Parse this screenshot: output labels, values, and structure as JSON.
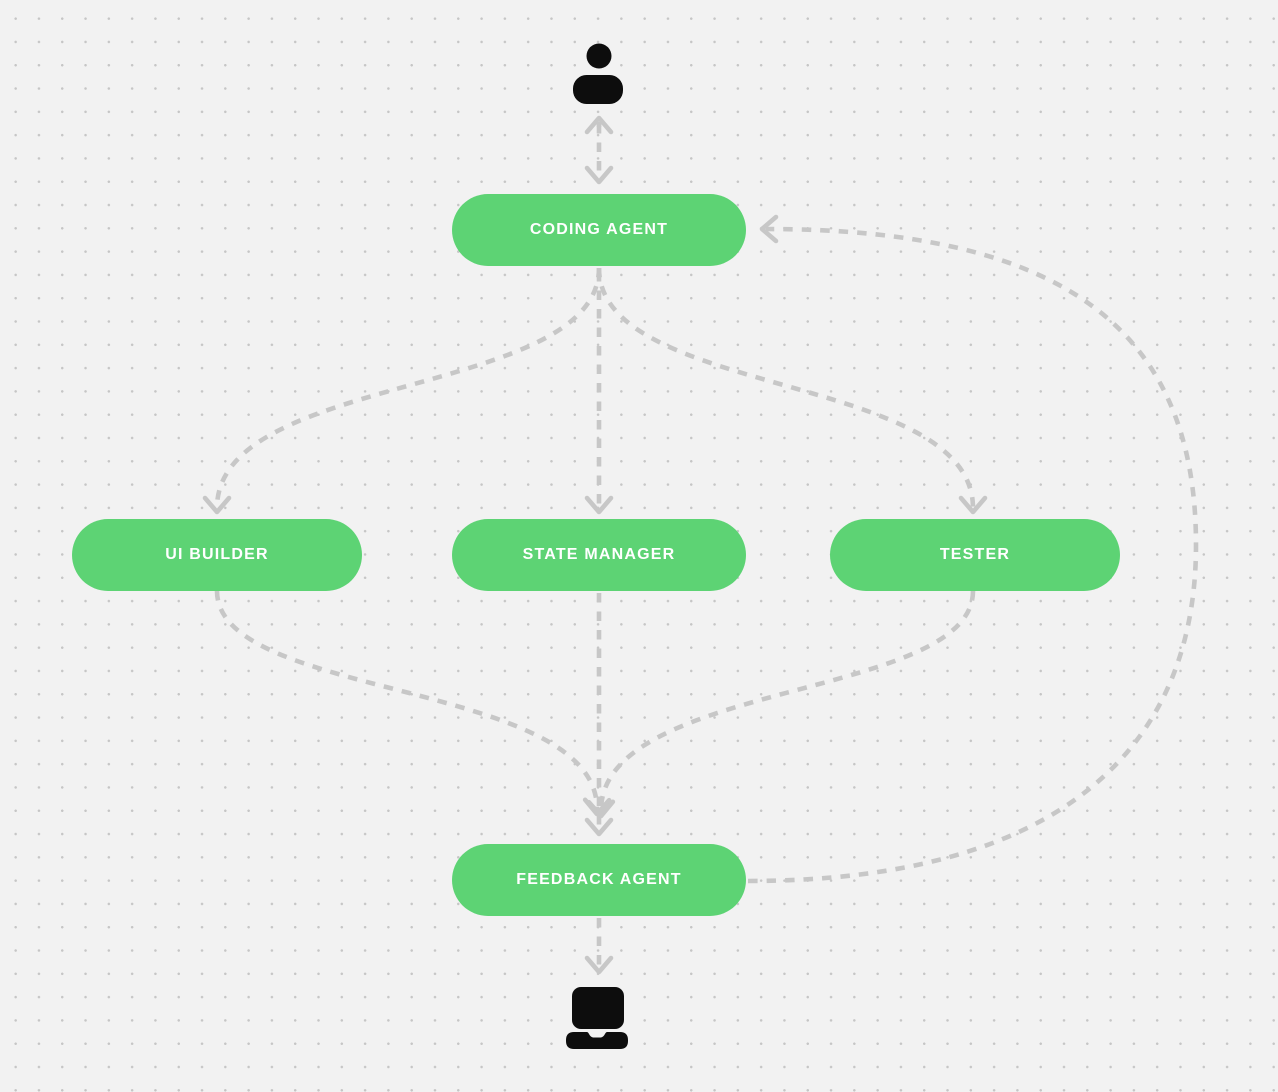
{
  "diagram": {
    "title": "agent workflow diagram",
    "nodes": {
      "coding": {
        "label": "CODING AGENT"
      },
      "ui": {
        "label": "UI BUILDER"
      },
      "state": {
        "label": "STATE MANAGER"
      },
      "tester": {
        "label": "TESTER"
      },
      "feedback": {
        "label": "FEEDBACK AGENT"
      }
    },
    "endpoints": {
      "user_icon": "user",
      "device_icon": "laptop"
    },
    "edges": [
      {
        "id": "user-coding",
        "from": "user",
        "to": "coding-agent",
        "direction": "bidirectional",
        "style": "dashed"
      },
      {
        "id": "coding-ui",
        "from": "coding-agent",
        "to": "ui-builder",
        "direction": "forward",
        "style": "dashed"
      },
      {
        "id": "coding-state",
        "from": "coding-agent",
        "to": "state-manager",
        "direction": "forward",
        "style": "dashed"
      },
      {
        "id": "coding-tester",
        "from": "coding-agent",
        "to": "tester",
        "direction": "forward",
        "style": "dashed"
      },
      {
        "id": "ui-feedback",
        "from": "ui-builder",
        "to": "feedback-agent",
        "direction": "forward",
        "style": "dashed"
      },
      {
        "id": "state-feedback",
        "from": "state-manager",
        "to": "feedback-agent",
        "direction": "forward",
        "style": "dashed"
      },
      {
        "id": "tester-feedback",
        "from": "tester",
        "to": "feedback-agent",
        "direction": "forward",
        "style": "dashed"
      },
      {
        "id": "feedback-coding",
        "from": "feedback-agent",
        "to": "coding-agent",
        "direction": "forward",
        "style": "dashed"
      },
      {
        "id": "feedback-device",
        "from": "feedback-agent",
        "to": "laptop",
        "direction": "forward",
        "style": "dashed"
      }
    ]
  },
  "colors": {
    "background": "#f2f2f2",
    "dot": "#c6c6c6",
    "node_fill": "#5dd374",
    "node_text": "#ffffff",
    "edge": "#c7c7c7",
    "icon": "#0d0d0d"
  }
}
